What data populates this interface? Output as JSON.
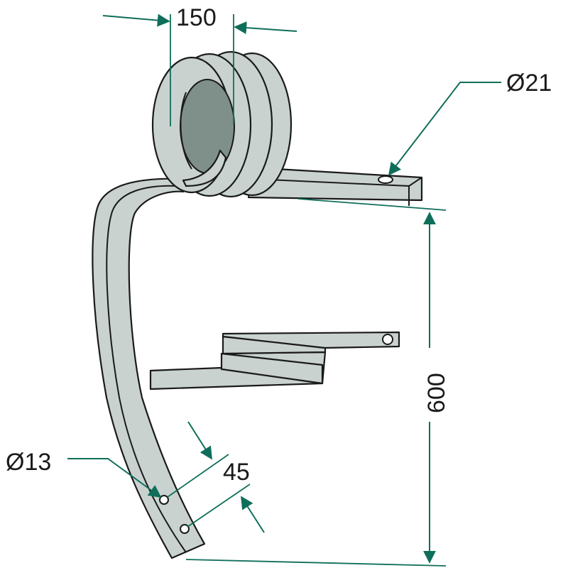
{
  "drawing": {
    "dimensions": {
      "coil_width": "150",
      "mount_hole_diameter": "Ø21",
      "overall_height": "600",
      "tine_hole_diameter": "Ø13",
      "tine_hole_spacing": "45"
    },
    "colors": {
      "dimension_lines": "#0f6e5a",
      "steel": "#c9d2cf",
      "steel_shadow": "#7f908a",
      "outline": "#1a1a1a"
    }
  }
}
